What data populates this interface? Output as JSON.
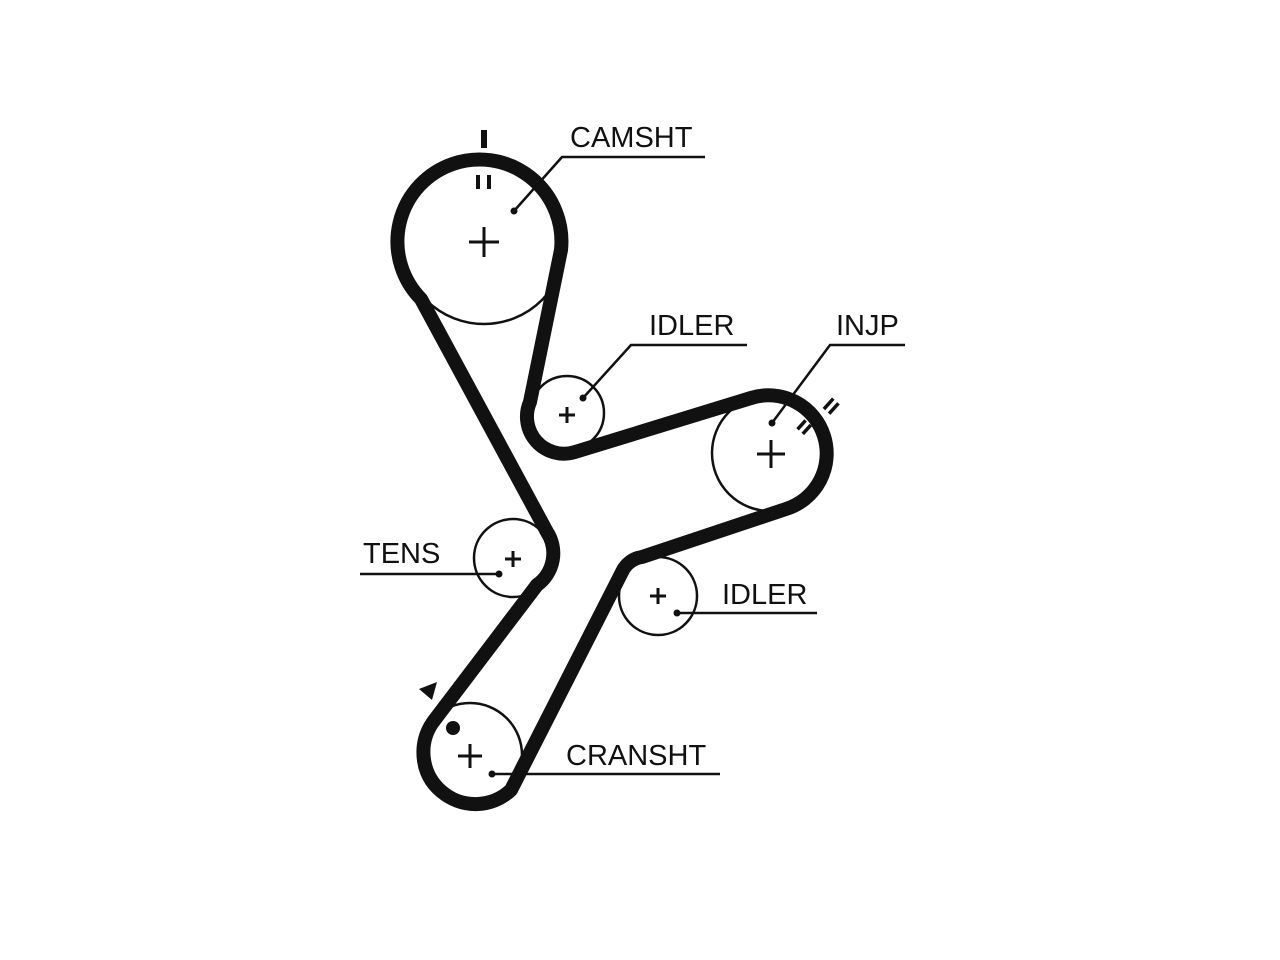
{
  "colors": {
    "ink": "#111111",
    "background": "#ffffff"
  },
  "labels": {
    "camshaft": "CAMSHT",
    "idler_upper": "IDLER",
    "injection_pump": "INJP",
    "tensioner": "TENS",
    "idler_lower": "IDLER",
    "crankshaft": "CRANSHT"
  },
  "marks": {
    "camshaft_outer": "I",
    "camshaft_inner": "II",
    "injection_pump_outer": "II",
    "injection_pump_inner": "II"
  }
}
